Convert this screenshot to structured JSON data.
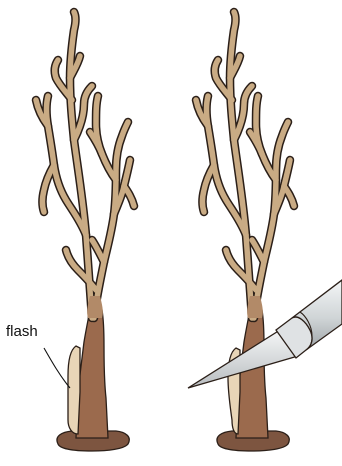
{
  "labels": {
    "flash": "flash"
  },
  "colors": {
    "upper_branch": "#c9ab84",
    "lower_trunk": "#9b6a4d",
    "base": "#7d5540",
    "flash": "#e8d5b7",
    "outline": "#2b1f18",
    "tool_blade": "#e2e4e5",
    "tool_handle": "#cfd3d5"
  },
  "panels": [
    {
      "name": "before-trimming",
      "shows_flash_label": true,
      "shows_tool": false
    },
    {
      "name": "after-trimming-with-knife",
      "shows_flash_label": false,
      "shows_tool": true
    }
  ]
}
